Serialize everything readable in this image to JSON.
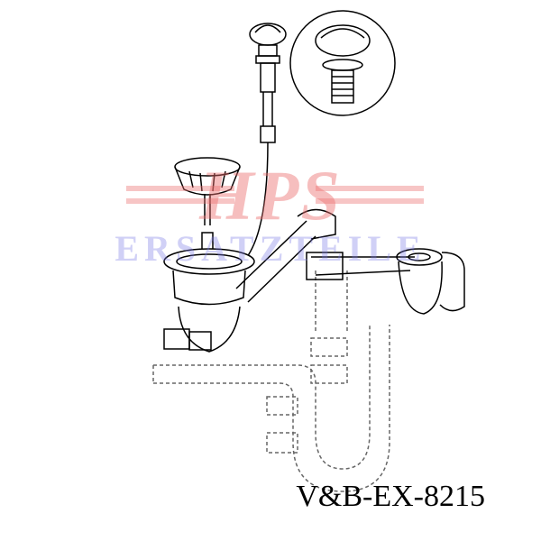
{
  "watermark": {
    "primary": "HPS",
    "secondary": "ERSATZTEILE",
    "primary_color": "#eb6e6e",
    "secondary_color": "#7878e6"
  },
  "product_code": "V&B-EX-8215"
}
